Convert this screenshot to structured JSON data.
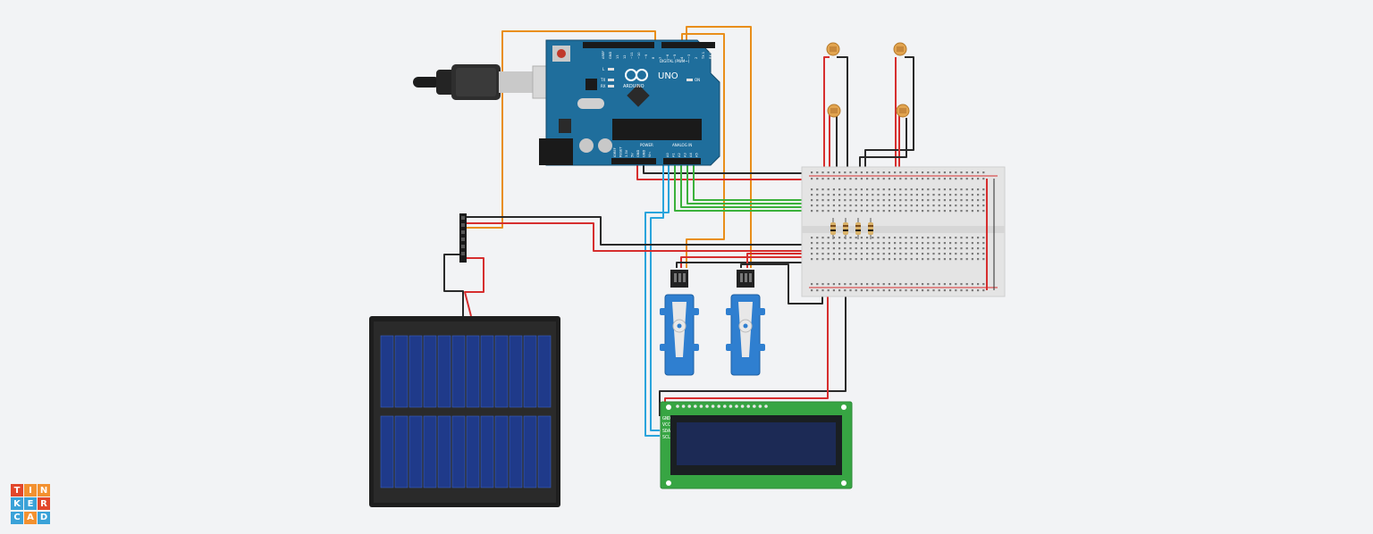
{
  "logo": {
    "letters": [
      "T",
      "I",
      "N",
      "K",
      "E",
      "R",
      "C",
      "A",
      "D"
    ],
    "colors": [
      "#e2472b",
      "#f39130",
      "#f39130",
      "#3aa2d8",
      "#3aa2d8",
      "#e2472b",
      "#3aa2d8",
      "#f39130",
      "#3aa2d8"
    ]
  },
  "arduino": {
    "brand": "ARDUINO",
    "model": "UNO",
    "digital_label": "DIGITAL (PWM~)",
    "power_label": "POWER",
    "analog_label": "ANALOG IN",
    "led_labels": [
      "L",
      "TX",
      "RX",
      "ON"
    ],
    "analog_pins": [
      "A0",
      "A1",
      "A2",
      "A3",
      "A4",
      "A5"
    ],
    "power_pins": [
      "IOREF",
      "RESET",
      "3.3V",
      "5V",
      "GND",
      "GND",
      "Vin"
    ],
    "digital_pins": [
      "AREF",
      "GND",
      "13",
      "12",
      "~11",
      "~10",
      "~9",
      "8",
      "7",
      "~6",
      "~5",
      "4",
      "~3",
      "2",
      "TX 1",
      "RX 0"
    ]
  },
  "lcd": {
    "pins": [
      "GND",
      "VCC",
      "SDA",
      "SCL"
    ]
  },
  "colors": {
    "wire_orange": "#e98e1a",
    "wire_red": "#d62e2e",
    "wire_black": "#2a2a2a",
    "wire_blue": "#2aa4dc",
    "wire_green": "#3bb13b",
    "board": "#1f6e9c",
    "servo": "#2f7fd0",
    "lcd_board": "#37a543",
    "lcd_screen": "#1c2a55"
  }
}
